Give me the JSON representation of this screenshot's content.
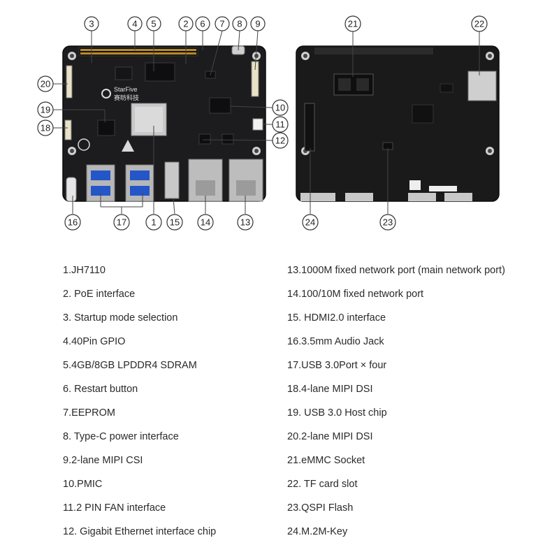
{
  "callouts_front": [
    {
      "num": "3"
    },
    {
      "num": "4"
    },
    {
      "num": "5"
    },
    {
      "num": "2"
    },
    {
      "num": "6"
    },
    {
      "num": "7"
    },
    {
      "num": "8"
    },
    {
      "num": "9"
    },
    {
      "num": "20"
    },
    {
      "num": "19"
    },
    {
      "num": "18"
    },
    {
      "num": "10"
    },
    {
      "num": "11"
    },
    {
      "num": "12"
    },
    {
      "num": "16"
    },
    {
      "num": "17"
    },
    {
      "num": "1"
    },
    {
      "num": "15"
    },
    {
      "num": "14"
    },
    {
      "num": "13"
    }
  ],
  "callouts_back": [
    {
      "num": "21"
    },
    {
      "num": "22"
    },
    {
      "num": "24"
    },
    {
      "num": "23"
    }
  ],
  "board_marking": {
    "brand": "StarFive",
    "brand_cn": "赛昉科技"
  },
  "legend_left": [
    "1.JH7110",
    "2. PoE interface",
    "3. Startup mode selection",
    "4.40Pin GPIO",
    "5.4GB/8GB LPDDR4 SDRAM",
    "6. Restart button",
    "7.EEPROM",
    "8. Type-C power interface",
    "9.2-lane MIPI CSI",
    "10.PMIC",
    "11.2 PIN FAN interface",
    "12. Gigabit Ethernet interface chip"
  ],
  "legend_right": [
    "13.1000M fixed network port (main network port)",
    "14.100/10M fixed network port",
    "15. HDMI2.0 interface",
    "16.3.5mm Audio Jack",
    "17.USB 3.0Port × four",
    "18.4-lane MIPI DSI",
    "19. USB 3.0 Host chip",
    "20.2-lane MIPI DSI",
    "21.eMMC Socket",
    "22. TF card slot",
    "23.QSPI Flash",
    "24.M.2M-Key"
  ]
}
